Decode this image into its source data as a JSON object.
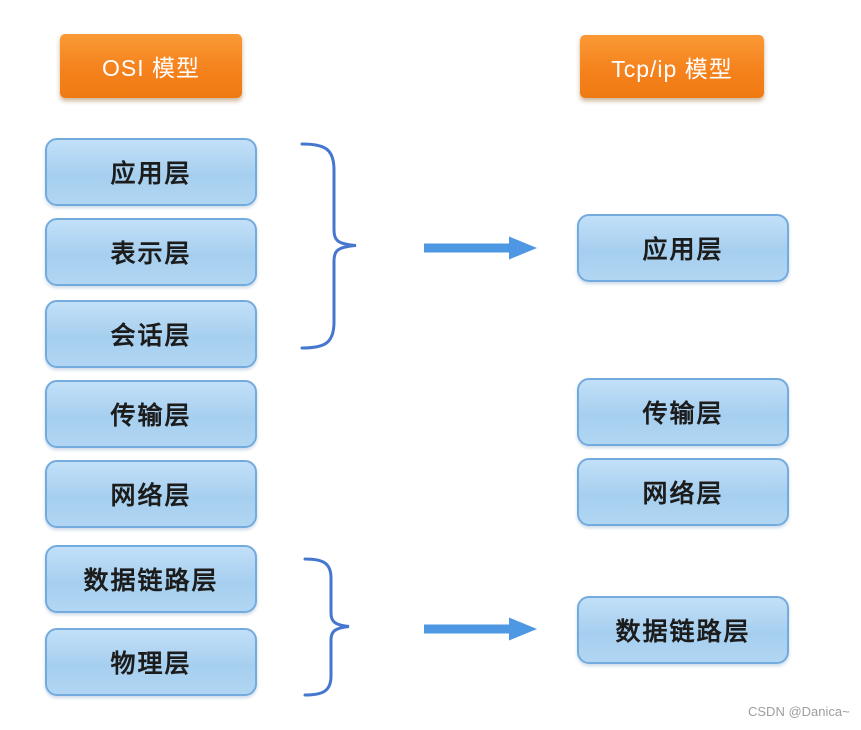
{
  "diagram": {
    "left": {
      "header": "OSI 模型",
      "layers": [
        "应用层",
        "表示层",
        "会话层",
        "传输层",
        "网络层",
        "数据链路层",
        "物理层"
      ]
    },
    "right": {
      "header": "Tcp/ip 模型",
      "layers": [
        "应用层",
        "传输层",
        "网络层",
        "数据链路层"
      ]
    },
    "mappings": [
      {
        "from": [
          "应用层",
          "表示层",
          "会话层"
        ],
        "to": "应用层"
      },
      {
        "from": [
          "数据链路层",
          "物理层"
        ],
        "to": "数据链路层"
      }
    ],
    "watermark": "CSDN @Danica~",
    "colors": {
      "header_orange": "#F5821D",
      "box_fill_top": "#C2E0F8",
      "box_fill_bottom": "#A6CFEF",
      "box_border": "#74ABDE",
      "arrow_blue": "#4E97E2",
      "brace_blue": "#4577CE",
      "text_dark": "#1C1C1C",
      "header_text": "#FFFFFF",
      "watermark_gray": "#9E9E9E"
    }
  }
}
